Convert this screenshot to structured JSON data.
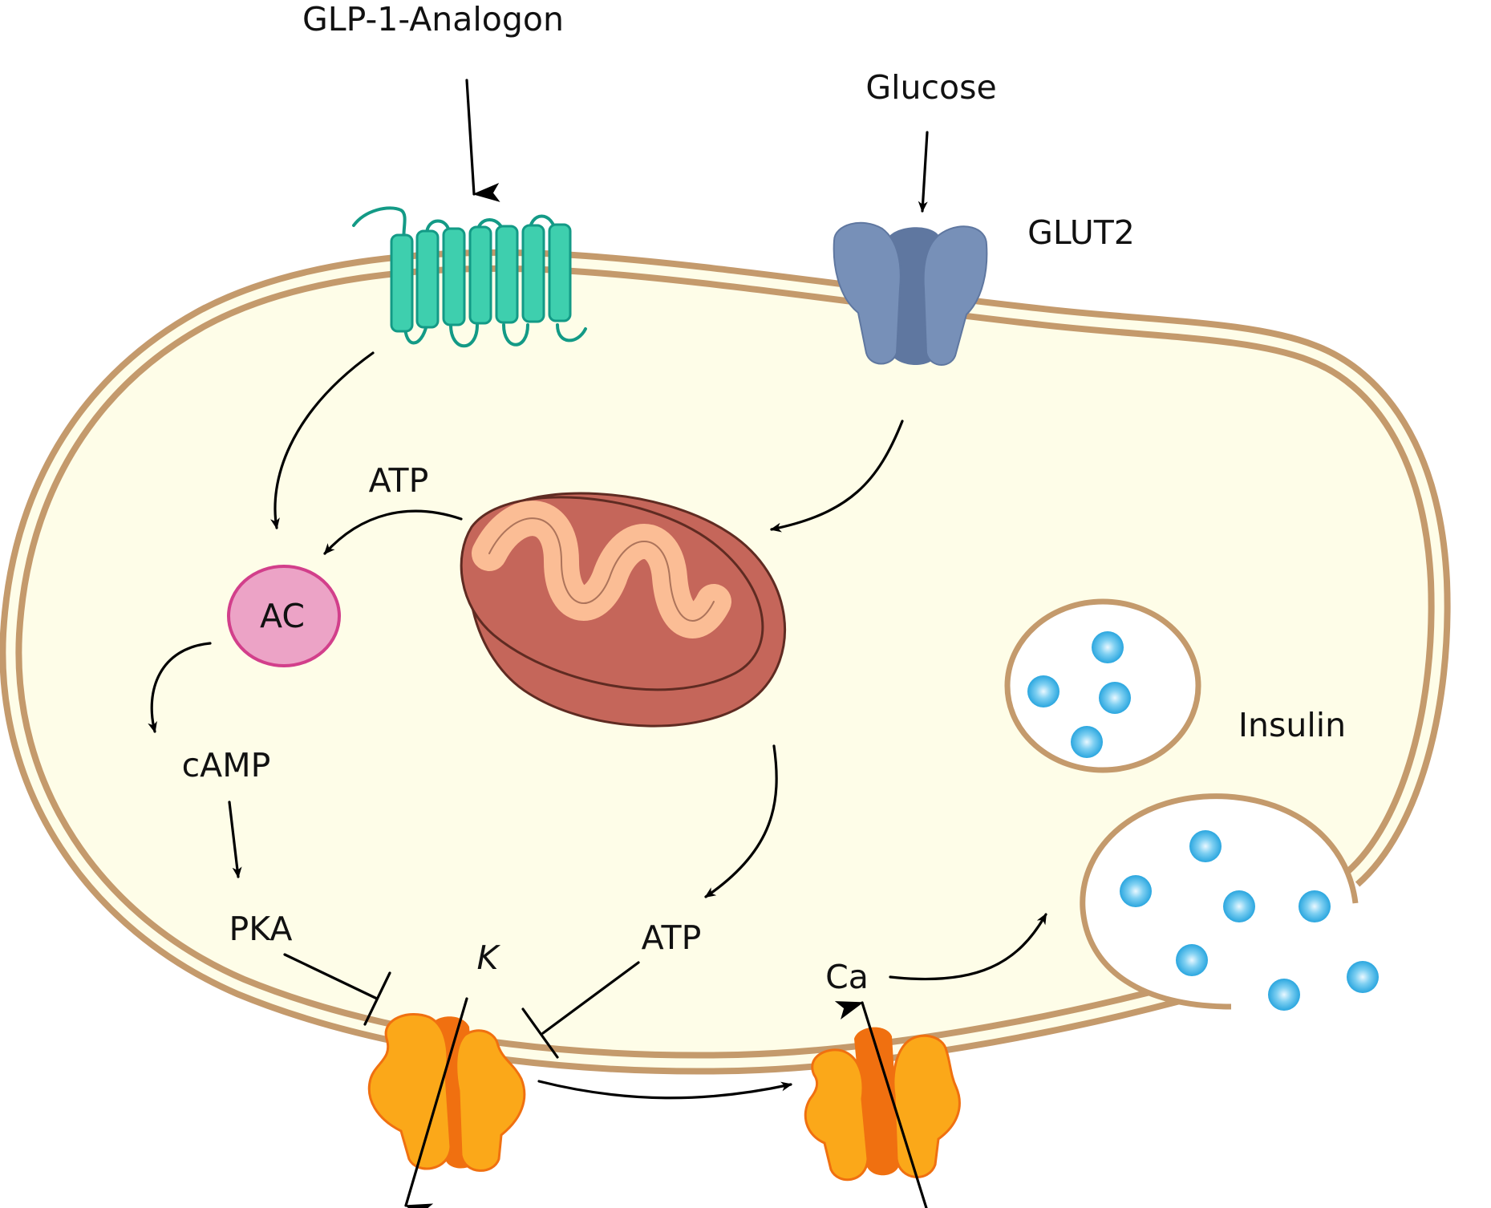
{
  "labels": {
    "glp1": "GLP-1-Analogon",
    "glucose": "Glucose",
    "glut2": "GLUT2",
    "atp_top": "ATP",
    "ac": "AC",
    "camp": "cAMP",
    "pka": "PKA",
    "k": "K",
    "atp_bottom": "ATP",
    "ca": "Ca",
    "insulin": "Insulin"
  },
  "colors": {
    "membrane": "#c49a6c",
    "cytoplasm": "#fefde8",
    "receptor": "#3ecfae",
    "receptor_outline": "#139a86",
    "glut2": "#7790b8",
    "glut2_dark": "#5f77a0",
    "mito_outer": "#c5665a",
    "mito_inner": "#fbbd95",
    "ac_fill": "#eca3c6",
    "ac_stroke": "#d23f8b",
    "channel": "#fba819",
    "channel_dark": "#f07010",
    "granule": "#39b3e8"
  }
}
